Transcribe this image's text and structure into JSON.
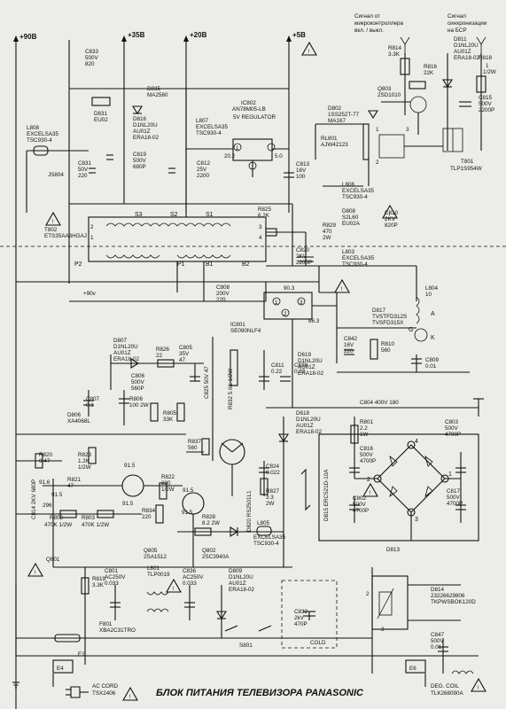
{
  "title": "БЛОК ПИТАНИЯ ТЕЛЕВИЗОРА PANASONIC",
  "rails": [
    "+90В",
    "+35В",
    "+20В",
    "+5В"
  ],
  "signal_labels": {
    "mcu": [
      "Сигнал от",
      "микроконтроллера",
      "вкл. / выкл."
    ],
    "sync": [
      "Сигнал",
      "синхронизации",
      "на БСР"
    ]
  },
  "texts": [
    {
      "id": "C833",
      "lines": [
        "C833",
        "500V",
        "820"
      ]
    },
    {
      "id": "D831",
      "lines": [
        "D831",
        "EU02"
      ]
    },
    {
      "id": "D835",
      "lines": [
        "D835",
        "MA2560"
      ]
    },
    {
      "id": "D816",
      "lines": [
        "D816",
        "D1NL20U",
        "AU01Z",
        "ERA18-02"
      ]
    },
    {
      "id": "L807",
      "lines": [
        "L807",
        "EXCELSA35",
        "TSC930-4"
      ]
    },
    {
      "id": "IC802",
      "lines": [
        "IC802",
        "AN78M05-LB"
      ]
    },
    {
      "id": "VREG",
      "lines": [
        "5V REGULATOR"
      ]
    },
    {
      "id": "L808",
      "lines": [
        "L808",
        "EXCELSA35",
        "TSC930-4"
      ]
    },
    {
      "id": "C831",
      "lines": [
        "C831",
        "50V",
        "220"
      ]
    },
    {
      "id": "C819",
      "lines": [
        "C819",
        "500V",
        "680P"
      ]
    },
    {
      "id": "C812",
      "lines": [
        "C812",
        "25V",
        "2200"
      ]
    },
    {
      "id": "V202",
      "lines": [
        "20.2"
      ]
    },
    {
      "id": "V50",
      "lines": [
        "5.0"
      ]
    },
    {
      "id": "C813",
      "lines": [
        "C813",
        "16V",
        "100"
      ]
    },
    {
      "id": "JS804",
      "lines": [
        "JS804"
      ]
    },
    {
      "id": "R814",
      "lines": [
        "R814",
        "3.3K"
      ]
    },
    {
      "id": "R816",
      "lines": [
        "R816",
        "22K"
      ]
    },
    {
      "id": "Q803",
      "lines": [
        "Q803",
        "2SD1010"
      ]
    },
    {
      "id": "D802",
      "lines": [
        "D802",
        "1SS252T-77",
        "MA167"
      ]
    },
    {
      "id": "D811",
      "lines": [
        "D811",
        "D1NL20U",
        "AU01Z",
        "ERA18-02"
      ]
    },
    {
      "id": "R818",
      "lines": [
        "R818",
        "1",
        "1/2W"
      ]
    },
    {
      "id": "C815",
      "lines": [
        "C815",
        "500V",
        "2200P"
      ]
    },
    {
      "id": "RL801",
      "lines": [
        "RL801",
        "AJW42123"
      ]
    },
    {
      "id": "T801",
      "lines": [
        "T801",
        "TLP1S954W"
      ]
    },
    {
      "id": "S3",
      "lines": [
        "S3"
      ]
    },
    {
      "id": "S2",
      "lines": [
        "S2"
      ]
    },
    {
      "id": "S1",
      "lines": [
        "S1"
      ]
    },
    {
      "id": "R825",
      "lines": [
        "R825",
        "6.2K"
      ]
    },
    {
      "id": "L806",
      "lines": [
        "L806",
        "EXCELSA35",
        "TSC930-4"
      ]
    },
    {
      "id": "T802",
      "lines": [
        "T802",
        "ETS35AA3HGAJ"
      ]
    },
    {
      "id": "D808",
      "lines": [
        "D808",
        "S2L60",
        "EU02A"
      ]
    },
    {
      "id": "C810",
      "lines": [
        "C810",
        "2KV",
        "820P"
      ]
    },
    {
      "id": "P2",
      "lines": [
        "P2"
      ]
    },
    {
      "id": "P1",
      "lines": [
        "P1"
      ]
    },
    {
      "id": "B1",
      "lines": [
        "B1"
      ]
    },
    {
      "id": "B2",
      "lines": [
        "B2"
      ]
    },
    {
      "id": "C820",
      "lines": [
        "C820",
        "2KV",
        "2200P"
      ]
    },
    {
      "id": "R829",
      "lines": [
        "R829",
        "470",
        "2W"
      ]
    },
    {
      "id": "L803",
      "lines": [
        "L803",
        "EXCELSA35",
        "TSC930-4"
      ]
    },
    {
      "id": "C808",
      "lines": [
        "C808",
        "200V",
        "220"
      ]
    },
    {
      "id": "P90V",
      "lines": [
        "+90v"
      ]
    },
    {
      "id": "V903",
      "lines": [
        "90.3"
      ]
    },
    {
      "id": "L804",
      "lines": [
        "L804",
        "10"
      ]
    },
    {
      "id": "IC801",
      "lines": [
        "IC801",
        "SE090NLF4"
      ]
    },
    {
      "id": "V863",
      "lines": [
        "86.3"
      ]
    },
    {
      "id": "D817",
      "lines": [
        "D817",
        "TVSTFD312S",
        "TVSFD315X"
      ]
    },
    {
      "id": "LEDA",
      "lines": [
        "A"
      ]
    },
    {
      "id": "LEDG",
      "lines": [
        "G"
      ]
    },
    {
      "id": "LEDK",
      "lines": [
        "K"
      ]
    },
    {
      "id": "C842",
      "lines": [
        "C842",
        "16V",
        "220"
      ]
    },
    {
      "id": "R810",
      "lines": [
        "R810",
        "560"
      ]
    },
    {
      "id": "C809",
      "lines": [
        "C809",
        "0.01"
      ]
    },
    {
      "id": "D807",
      "lines": [
        "D807",
        "D1NL20U",
        "AU01Z",
        "ERA18-02"
      ]
    },
    {
      "id": "R826",
      "lines": [
        "R826",
        "22"
      ]
    },
    {
      "id": "C805",
      "lines": [
        "C805",
        "35V",
        "47"
      ]
    },
    {
      "id": "C825",
      "lines": [
        "C825 50V 47"
      ]
    },
    {
      "id": "R832",
      "lines": [
        "R832 5.6K 1/2W"
      ]
    },
    {
      "id": "C811",
      "lines": [
        "C811",
        "0.22"
      ]
    },
    {
      "id": "C838",
      "lines": [
        "C838",
        "0.22"
      ]
    },
    {
      "id": "D619",
      "lines": [
        "D619",
        "D1NL20U",
        "AU01Z",
        "ERA18-02"
      ]
    },
    {
      "id": "C807",
      "lines": [
        "C807",
        "0.1"
      ]
    },
    {
      "id": "C806",
      "lines": [
        "C806",
        "500V",
        "560P"
      ]
    },
    {
      "id": "R806",
      "lines": [
        "R806",
        "100 2W"
      ]
    },
    {
      "id": "R805",
      "lines": [
        "R805",
        "33K"
      ]
    },
    {
      "id": "C804",
      "lines": [
        "C804 400V 180"
      ]
    },
    {
      "id": "D806",
      "lines": [
        "D806",
        "XA4068L"
      ]
    },
    {
      "id": "D618",
      "lines": [
        "D618",
        "D1NL20U",
        "AU01Z",
        "ERA18-02"
      ]
    },
    {
      "id": "R801",
      "lines": [
        "R801",
        "2.2",
        "1W"
      ]
    },
    {
      "id": "R837",
      "lines": [
        "R837",
        "560"
      ]
    },
    {
      "id": "R820",
      "lines": [
        "R820",
        "0.47"
      ]
    },
    {
      "id": "R823",
      "lines": [
        "R823",
        "1.2K",
        "1/2W"
      ]
    },
    {
      "id": "R821",
      "lines": [
        "R821",
        "47"
      ]
    },
    {
      "id": "C824",
      "lines": [
        "C824",
        "0.022"
      ]
    },
    {
      "id": "C816",
      "lines": [
        "C816",
        "500V",
        "4700P"
      ]
    },
    {
      "id": "C803",
      "lines": [
        "C803",
        "500V",
        "4700P"
      ]
    },
    {
      "id": "C814",
      "lines": [
        "C814 2KV 680P"
      ]
    },
    {
      "id": "V916",
      "lines": [
        "91.6"
      ]
    },
    {
      "id": "V915a",
      "lines": [
        "91.5"
      ]
    },
    {
      "id": "V915b",
      "lines": [
        "91.5"
      ]
    },
    {
      "id": "V915c",
      "lines": [
        "91.5"
      ]
    },
    {
      "id": "V915d",
      "lines": [
        "91.5"
      ]
    },
    {
      "id": "V915e",
      "lines": [
        "91.5"
      ]
    },
    {
      "id": "V296",
      "lines": [
        "296"
      ]
    },
    {
      "id": "R822",
      "lines": [
        "R822",
        "220",
        "1/2W"
      ]
    },
    {
      "id": "R827",
      "lines": [
        "R827",
        "3.3",
        "2W"
      ]
    },
    {
      "id": "D820",
      "lines": [
        "D820 RS2501L1"
      ]
    },
    {
      "id": "D815",
      "lines": [
        "D815 ERC521D-10A"
      ]
    },
    {
      "id": "C817",
      "lines": [
        "C817",
        "500V",
        "4700P"
      ]
    },
    {
      "id": "R802",
      "lines": [
        "R802",
        "470K 1/2W"
      ]
    },
    {
      "id": "R803",
      "lines": [
        "R803",
        "470K 1/2W"
      ]
    },
    {
      "id": "R834",
      "lines": [
        "R834",
        "220"
      ]
    },
    {
      "id": "R828",
      "lines": [
        "R828",
        "8.2 2W"
      ]
    },
    {
      "id": "C802",
      "lines": [
        "C802",
        "500V",
        "4700P"
      ]
    },
    {
      "id": "Q801",
      "lines": [
        "Q801"
      ]
    },
    {
      "id": "Q805",
      "lines": [
        "Q805",
        "2SA1512"
      ]
    },
    {
      "id": "Q802",
      "lines": [
        "Q802",
        "2SC3940A"
      ]
    },
    {
      "id": "L805",
      "lines": [
        "L805",
        "EXCELSA35",
        "TSC930-4"
      ]
    },
    {
      "id": "D813",
      "lines": [
        "D813"
      ]
    },
    {
      "id": "R819",
      "lines": [
        "R819",
        "3.3K"
      ]
    },
    {
      "id": "C801",
      "lines": [
        "C801",
        "AC250V",
        "0.033"
      ]
    },
    {
      "id": "L801",
      "lines": [
        "L801",
        "TLP0019"
      ]
    },
    {
      "id": "C836",
      "lines": [
        "C836",
        "AC250V",
        "0.033"
      ]
    },
    {
      "id": "D809",
      "lines": [
        "D809",
        "D1NL20U",
        "AU01Z",
        "ERA18-02"
      ]
    },
    {
      "id": "D814",
      "lines": [
        "D814",
        "23226629806",
        "TKPWSBOK120D"
      ]
    },
    {
      "id": "C832",
      "lines": [
        "C832",
        "2kV",
        "470P"
      ]
    },
    {
      "id": "COLD",
      "lines": [
        "COLD"
      ]
    },
    {
      "id": "F801",
      "lines": [
        "F801",
        "XBA2C31TRO"
      ]
    },
    {
      "id": "S801",
      "lines": [
        "S801"
      ]
    },
    {
      "id": "C847",
      "lines": [
        "C847",
        "500V",
        "0.01"
      ]
    },
    {
      "id": "E4",
      "lines": [
        "E4"
      ]
    },
    {
      "id": "E1",
      "lines": [
        "E1"
      ]
    },
    {
      "id": "E6",
      "lines": [
        "E6"
      ]
    },
    {
      "id": "ACCORD",
      "lines": [
        "AC CORD",
        "TSX2406"
      ]
    },
    {
      "id": "DEGCOIL",
      "lines": [
        "DEG. COIL",
        "TLK268090A"
      ]
    },
    {
      "id": "P1n",
      "lines": [
        "1"
      ]
    },
    {
      "id": "P2n",
      "lines": [
        "2"
      ]
    },
    {
      "id": "P3n",
      "lines": [
        "3"
      ]
    },
    {
      "id": "P4n",
      "lines": [
        "4"
      ]
    },
    {
      "id": "B1n",
      "lines": [
        "1"
      ]
    },
    {
      "id": "B2n",
      "lines": [
        "2"
      ]
    },
    {
      "id": "B3n",
      "lines": [
        "3"
      ]
    },
    {
      "id": "B4n",
      "lines": [
        "4"
      ]
    },
    {
      "id": "R1n",
      "lines": [
        "1"
      ]
    },
    {
      "id": "R2n",
      "lines": [
        "2"
      ]
    },
    {
      "id": "R3n",
      "lines": [
        "3"
      ]
    },
    {
      "id": "I1n",
      "lines": [
        "1"
      ]
    },
    {
      "id": "I2n",
      "lines": [
        "2"
      ]
    },
    {
      "id": "I3n",
      "lines": [
        "3"
      ]
    },
    {
      "id": "D14a",
      "lines": [
        "1"
      ]
    },
    {
      "id": "D14b",
      "lines": [
        "2"
      ]
    },
    {
      "id": "D14c",
      "lines": [
        "3"
      ]
    }
  ]
}
